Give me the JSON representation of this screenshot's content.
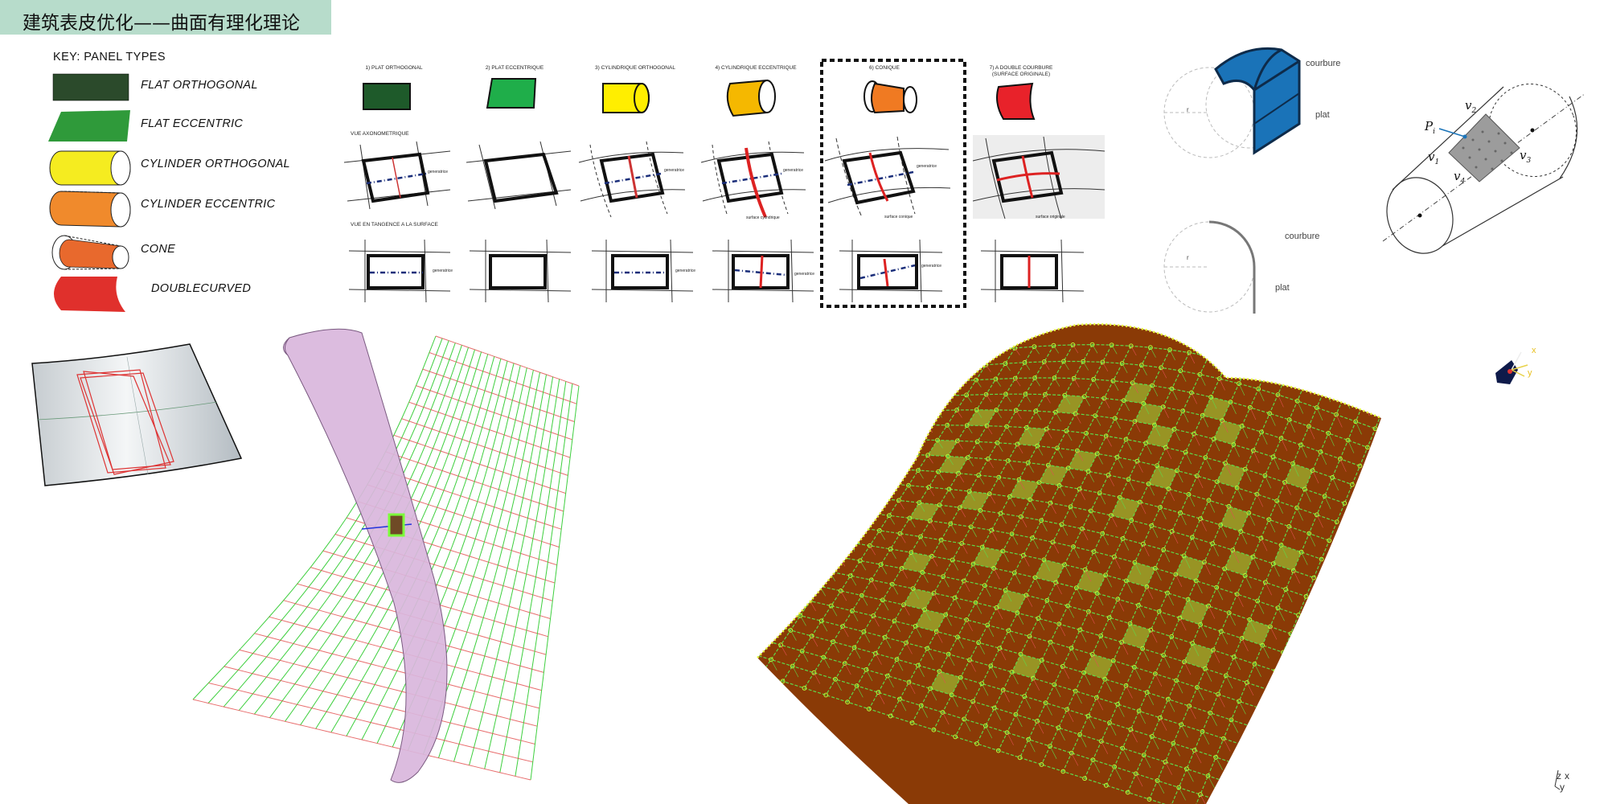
{
  "title": "建筑表皮优化——曲面有理化理论",
  "key": {
    "heading": "KEY: PANEL TYPES",
    "items": [
      {
        "label": "FLAT ORTHOGONAL",
        "color": "#2b4a2b"
      },
      {
        "label": "FLAT ECCENTRIC",
        "color": "#2f9a3a"
      },
      {
        "label": "CYLINDER ORTHOGONAL",
        "color": "#f5ec20"
      },
      {
        "label": "CYLINDER ECCENTRIC",
        "color": "#f08a2c"
      },
      {
        "label": "CONE",
        "color": "#e8692d"
      },
      {
        "label": "DOUBLECURVED",
        "color": "#e0302c"
      }
    ]
  },
  "types_table": {
    "columns": [
      {
        "header": "1) PLAT ORTHOGONAL",
        "color": "#1e5a2a"
      },
      {
        "header": "2) PLAT ECCENTRIQUE",
        "color": "#1fae4a"
      },
      {
        "header": "3) CYLINDRIQUE ORTHOGONAL",
        "color": "#ffee00"
      },
      {
        "header": "4) CYLINDRIQUE ECCENTRIQUE",
        "color": "#f5b800"
      },
      {
        "header": "6) CONIQUE",
        "color": "#f07a22"
      },
      {
        "header": "7) A DOUBLE COURBURE (SURFACE ORIGINALE)",
        "color": "#e8222a"
      }
    ],
    "row_axonometric": "VUE AXONOMETRIQUE",
    "row_tangent": "VUE EN TANGENCE A LA SURFACE",
    "annotations": {
      "generatrice": "generatrice",
      "surface_cylindrique": "surface cylindrique",
      "surface_conique": "surface conique",
      "surface_originale": "surface originale"
    }
  },
  "curvature": {
    "top_courbure": "courbure",
    "top_plat": "plat",
    "bottom_courbure": "courbure",
    "bottom_plat": "plat",
    "radius": "r"
  },
  "cone_labels": {
    "p": "P",
    "p_sub": "i",
    "v1": "v",
    "v1_sub": "1",
    "v2": "v",
    "v2_sub": "2",
    "v3": "v",
    "v3_sub": "3",
    "v4": "v",
    "v4_sub": "4"
  },
  "axis_gizmo": {
    "z": "z",
    "x": "x",
    "y": "y"
  },
  "colors": {
    "title_bg": "#b7dccb",
    "mesh_panel": "#8a3a06",
    "highlight_panel": "#9aa52a",
    "grid_green": "#3ecf3e",
    "grid_red": "#e24848",
    "ribbon": "#d9b6dc"
  }
}
